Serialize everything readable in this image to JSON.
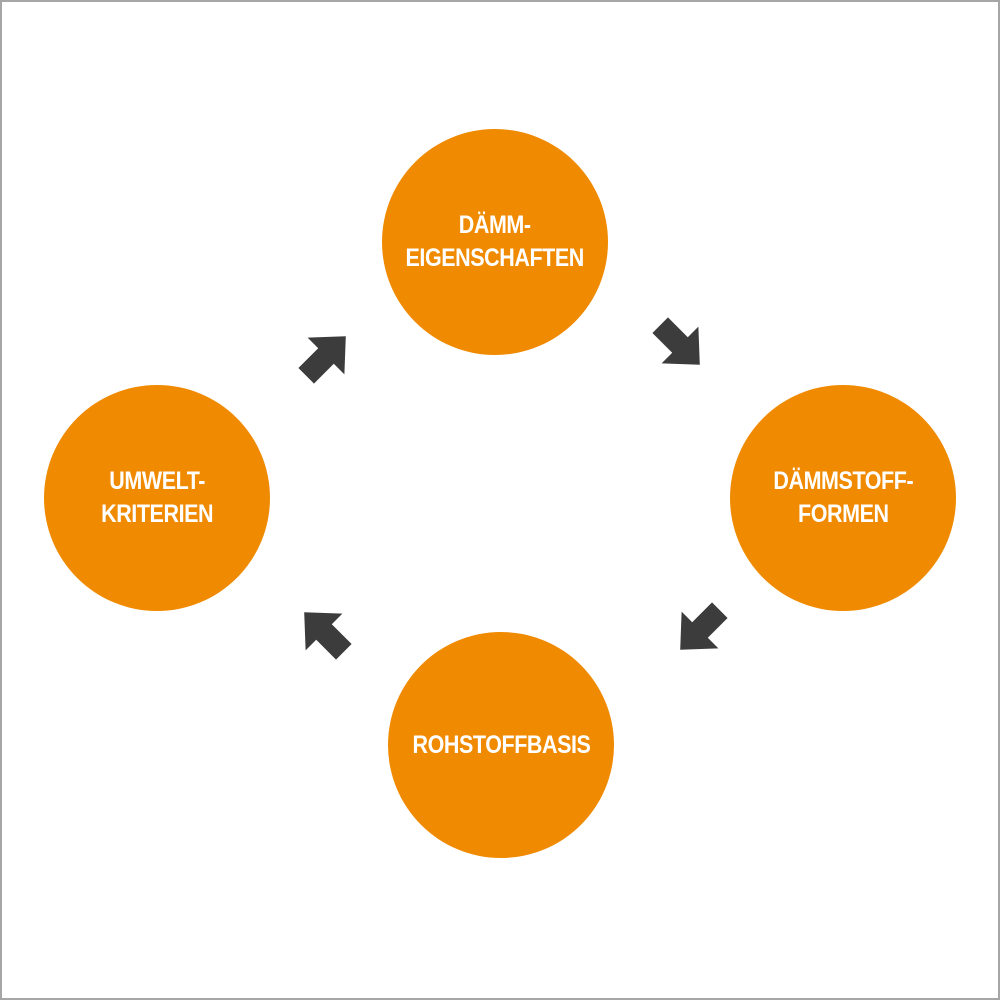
{
  "colors": {
    "node_fill": "#f08a00",
    "arrow_fill": "#3c3c3c",
    "border": "#a6a6a6",
    "label_text": "#ffffff"
  },
  "nodes": {
    "top": {
      "line1": "DÄMM-",
      "line2": "EIGENSCHAFTEN"
    },
    "right": {
      "line1": "DÄMMSTOFF-",
      "line2": "FORMEN"
    },
    "bottom": {
      "line1": "ROHSTOFFBASIS"
    },
    "left": {
      "line1": "UMWELT-",
      "line2": "KRITERIEN"
    }
  },
  "arrows": {
    "top_right": "arrow-down-right-icon",
    "bottom_right": "arrow-down-left-icon",
    "bottom_left": "arrow-up-left-icon",
    "top_left": "arrow-up-right-icon"
  }
}
